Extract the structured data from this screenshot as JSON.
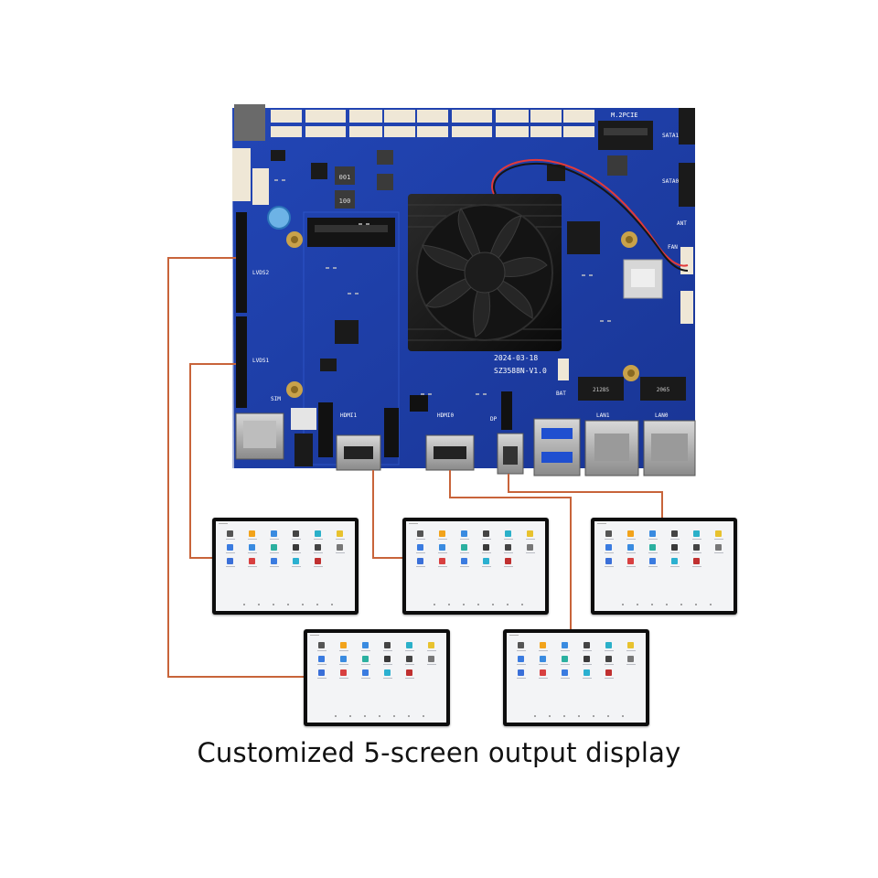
{
  "caption": "Customized 5-screen output display",
  "colors": {
    "pcb": "#1e3ea8",
    "pcb_dark": "#142c80",
    "heatsink": "#1a1a1a",
    "cable": "#c8643a",
    "screen_bezel": "#0d0d0d",
    "screen_bg": "#f3f4f6"
  },
  "board": {
    "silkscreen_version": "SZ3588N-V1.0",
    "silkscreen_date": "2024-03-18",
    "labels": {
      "m2_pcie": "M.2PCIE",
      "sata1": "SATA1",
      "sata0": "SATA0",
      "ant": "ANT",
      "fan": "FAN",
      "bat": "BAT",
      "lan1": "LAN1",
      "lan0": "LAN0",
      "sim": "SIM",
      "lvds2": "LVDS2",
      "lvds1": "LVDS1",
      "hdmi1": "HDMI1",
      "hdmi0": "HDMI0",
      "dp": "DP",
      "chip_lan_a": "2128S",
      "chip_lan_b": "2065",
      "inductor_a": "001",
      "inductor_b": "100"
    }
  },
  "screens": [
    {
      "id": "screen-1"
    },
    {
      "id": "screen-2"
    },
    {
      "id": "screen-3"
    },
    {
      "id": "screen-4"
    },
    {
      "id": "screen-5"
    }
  ]
}
